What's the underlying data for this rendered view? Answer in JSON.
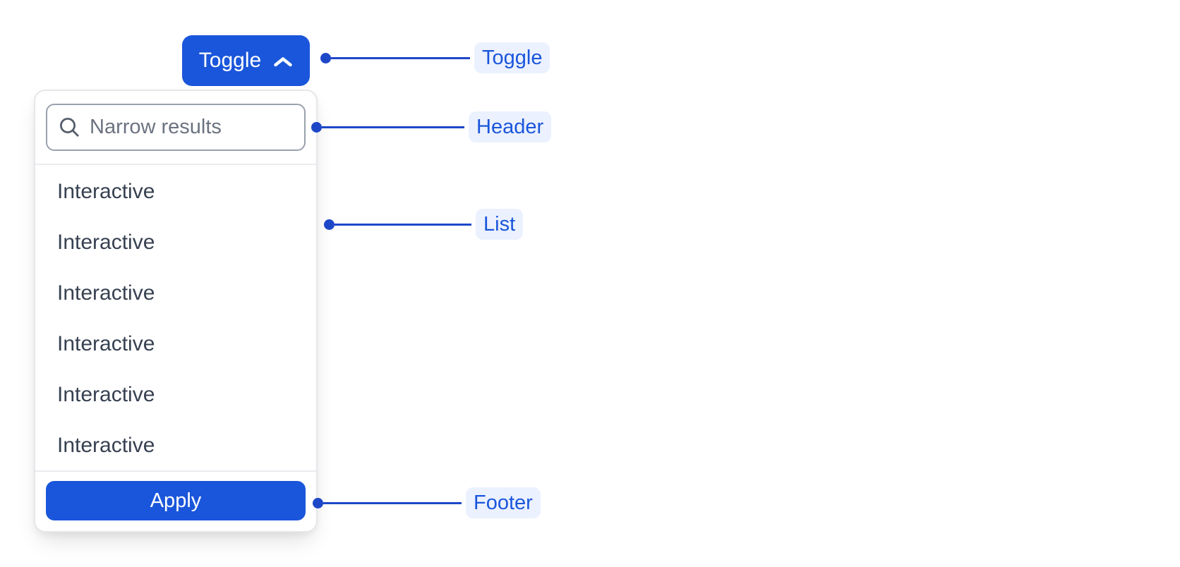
{
  "toggle_button": {
    "label": "Toggle"
  },
  "dropdown": {
    "header": {
      "search_placeholder": "Narrow results"
    },
    "list": {
      "items": [
        "Interactive",
        "Interactive",
        "Interactive",
        "Interactive",
        "Interactive",
        "Interactive"
      ]
    },
    "footer": {
      "apply_label": "Apply"
    }
  },
  "annotations": {
    "toggle_label": "Toggle",
    "header_label": "Header",
    "list_label": "List",
    "footer_label": "Footer"
  },
  "colors": {
    "primary_button": "#1a56db",
    "connector": "#1e47c8",
    "annotation_text": "#1a56db",
    "annotation_bg": "#ebf1fe",
    "list_text": "#374151",
    "placeholder_text": "#6b7280",
    "input_border": "#99a1ac",
    "panel_border": "#e5e7eb"
  }
}
